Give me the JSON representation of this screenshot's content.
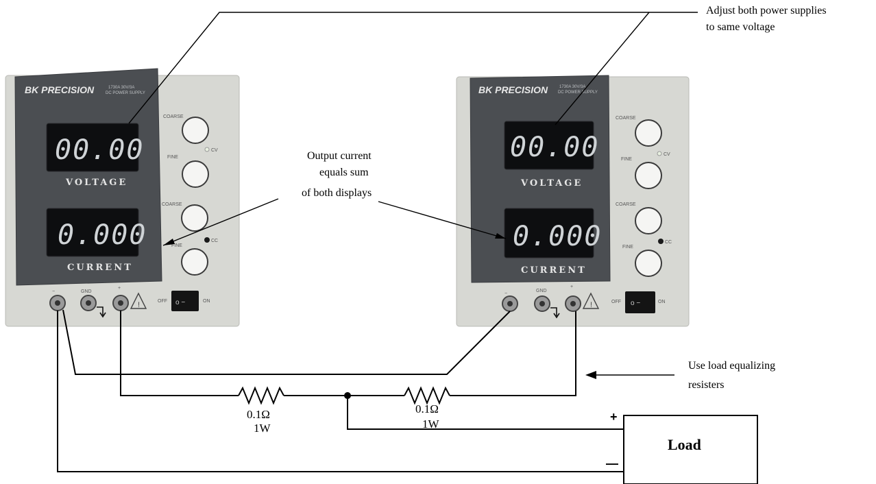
{
  "supplies": [
    {
      "brand": "BK PRECISION",
      "model_line1": "1730A 30V/3A",
      "model_line2": "DC POWER SUPPLY",
      "voltage_display": "00.00",
      "voltage_label": "VOLTAGE",
      "current_display": "0.000",
      "current_label": "CURRENT",
      "knob_labels": [
        "COARSE",
        "FINE",
        "COARSE",
        "FINE"
      ],
      "indicator_labels": [
        "CV",
        "CC"
      ],
      "terminal_labels": [
        "−",
        "GND",
        "+"
      ],
      "switch_off": "OFF",
      "switch_on": "ON"
    },
    {
      "brand": "BK PRECISION",
      "model_line1": "1730A 30V/3A",
      "model_line2": "DC POWER SUPPLY",
      "voltage_display": "00.00",
      "voltage_label": "VOLTAGE",
      "current_display": "0.000",
      "current_label": "CURRENT",
      "knob_labels": [
        "COARSE",
        "FINE",
        "COARSE",
        "FINE"
      ],
      "indicator_labels": [
        "CV",
        "CC"
      ],
      "terminal_labels": [
        "−",
        "GND",
        "+"
      ],
      "switch_off": "OFF",
      "switch_on": "ON"
    }
  ],
  "annotations": {
    "adjust": [
      "Adjust both power supplies",
      "to same voltage"
    ],
    "output_current": [
      "Output current",
      "equals sum",
      "of both displays"
    ],
    "equalizing": [
      "Use load equalizing",
      "resisters"
    ]
  },
  "resistors": [
    {
      "value": "0.1Ω",
      "rating": "1W"
    },
    {
      "value": "0.1Ω",
      "rating": "1W"
    }
  ],
  "load": {
    "label": "Load",
    "plus": "+",
    "minus": "—"
  }
}
